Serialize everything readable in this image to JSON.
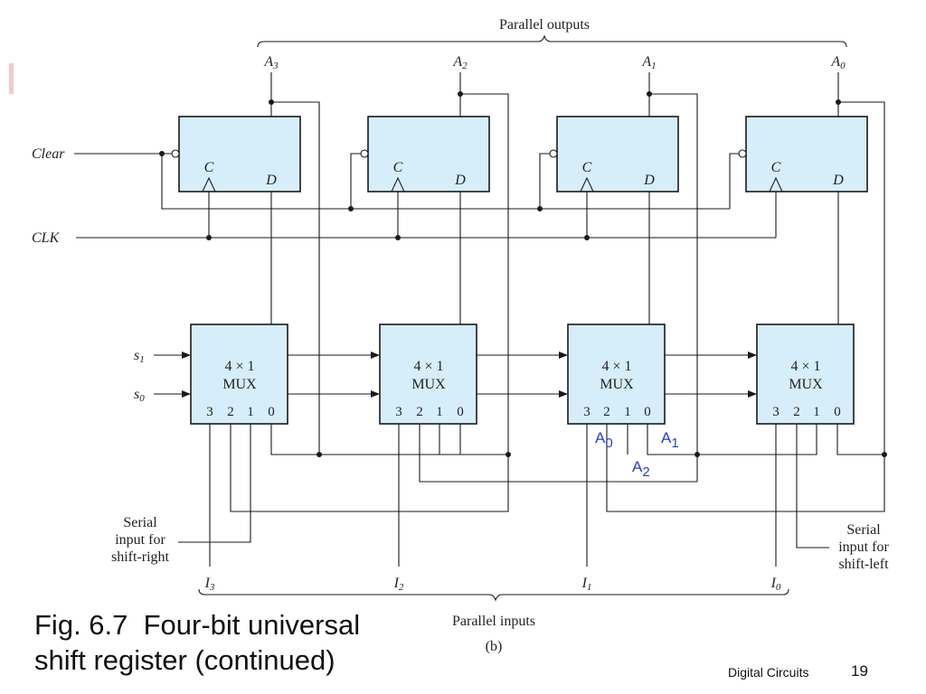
{
  "diagram": {
    "parallel_outputs_label": "Parallel outputs",
    "parallel_inputs_label": "Parallel inputs",
    "sub_label": "(b)",
    "outputs": [
      {
        "letter": "A",
        "sub": "3"
      },
      {
        "letter": "A",
        "sub": "2"
      },
      {
        "letter": "A",
        "sub": "1"
      },
      {
        "letter": "A",
        "sub": "0"
      }
    ],
    "inputs": [
      {
        "letter": "I",
        "sub": "3"
      },
      {
        "letter": "I",
        "sub": "2"
      },
      {
        "letter": "I",
        "sub": "1"
      },
      {
        "letter": "I",
        "sub": "0"
      }
    ],
    "flipflop": {
      "clock_pin": "C",
      "data_pin": "D"
    },
    "mux": {
      "line1": "4 × 1",
      "line2": "MUX",
      "pins": [
        "3",
        "2",
        "1",
        "0"
      ]
    },
    "signals": {
      "clear": "Clear",
      "clk": "CLK",
      "s1_letter": "s",
      "s1_sub": "1",
      "s0_letter": "s",
      "s0_sub": "0"
    },
    "serial_right": [
      "Serial",
      "input for",
      "shift-right"
    ],
    "serial_left": [
      "Serial",
      "input for",
      "shift-left"
    ],
    "annotations": [
      {
        "letter": "A",
        "sub": "0"
      },
      {
        "letter": "A",
        "sub": "1"
      },
      {
        "letter": "A",
        "sub": "2"
      }
    ]
  },
  "caption": {
    "line1": "Fig. 6.7  Four-bit universal",
    "line2": "shift register (continued)"
  },
  "footer": {
    "label": "Digital Circuits",
    "page": "19"
  }
}
